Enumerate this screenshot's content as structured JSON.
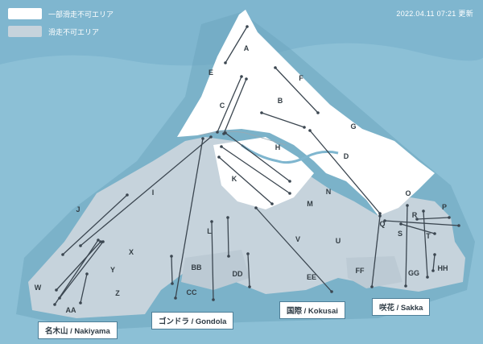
{
  "legend": [
    {
      "label": "一部滑走不可エリア",
      "color": "#ffffff"
    },
    {
      "label": "滑走不可エリア",
      "color": "#c6d3dc"
    }
  ],
  "timestamp": "2022.04.11 07:21 更新",
  "colors": {
    "background": "#7fb6cf",
    "open_area": "#ffffff",
    "closed_area": "#c6d3dc",
    "lift": "#3b4650"
  },
  "areas": [
    "A",
    "B",
    "C",
    "D",
    "E",
    "F",
    "G",
    "H",
    "I",
    "J",
    "K",
    "L",
    "M",
    "N",
    "O",
    "P",
    "Q",
    "R",
    "S",
    "T",
    "U",
    "V",
    "W",
    "X",
    "Y",
    "Z",
    "AA",
    "BB",
    "CC",
    "DD",
    "EE",
    "FF",
    "GG",
    "HH"
  ],
  "bases": [
    {
      "label": "名木山 / Nakiyama"
    },
    {
      "label": "ゴンドラ / Gondola"
    },
    {
      "label": "国際 / Kokusai"
    },
    {
      "label": "咲花 / Sakka"
    }
  ]
}
